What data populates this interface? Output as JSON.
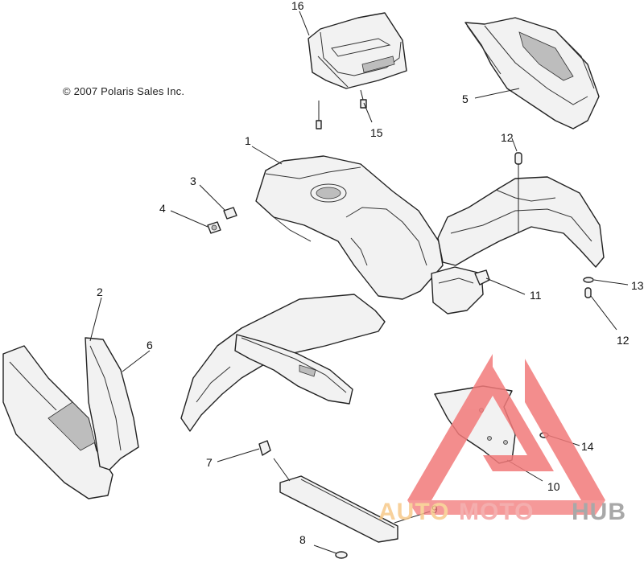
{
  "copyright": "© 2007 Polaris Sales Inc.",
  "callouts": [
    {
      "id": "16",
      "label": "16"
    },
    {
      "id": "5",
      "label": "5"
    },
    {
      "id": "15",
      "label": "15"
    },
    {
      "id": "1",
      "label": "1"
    },
    {
      "id": "12a",
      "label": "12"
    },
    {
      "id": "3",
      "label": "3"
    },
    {
      "id": "4",
      "label": "4"
    },
    {
      "id": "11",
      "label": "11"
    },
    {
      "id": "13",
      "label": "13"
    },
    {
      "id": "12b",
      "label": "12"
    },
    {
      "id": "2",
      "label": "2"
    },
    {
      "id": "6",
      "label": "6"
    },
    {
      "id": "14",
      "label": "14"
    },
    {
      "id": "7",
      "label": "7"
    },
    {
      "id": "10",
      "label": "10"
    },
    {
      "id": "9",
      "label": "9"
    },
    {
      "id": "8",
      "label": "8"
    }
  ],
  "watermark": {
    "part1": "AUTO",
    "part2": "MOTO",
    "part3": "HUB",
    "color_auto": "#f7c98a",
    "color_moto": "#f3a0a0",
    "color_hub": "#9a9a9a",
    "triangle_color": "#f27a7a"
  }
}
